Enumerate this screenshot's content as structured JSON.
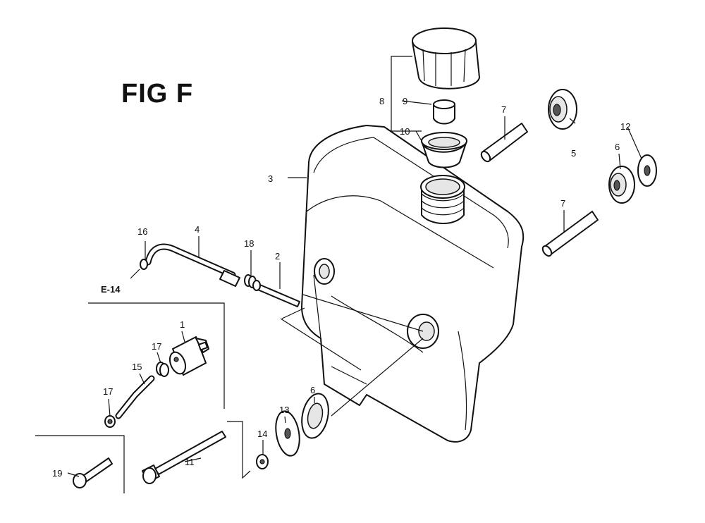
{
  "figure": {
    "title": "FIG F",
    "reference_label": "E-14"
  },
  "callouts": [
    {
      "id": "c1",
      "label": "1"
    },
    {
      "id": "c2",
      "label": "2"
    },
    {
      "id": "c3",
      "label": "3"
    },
    {
      "id": "c4",
      "label": "4"
    },
    {
      "id": "c5",
      "label": "5"
    },
    {
      "id": "c6a",
      "label": "6"
    },
    {
      "id": "c6b",
      "label": "6"
    },
    {
      "id": "c7a",
      "label": "7"
    },
    {
      "id": "c7b",
      "label": "7"
    },
    {
      "id": "c8",
      "label": "8"
    },
    {
      "id": "c9",
      "label": "9"
    },
    {
      "id": "c10",
      "label": "10"
    },
    {
      "id": "c11",
      "label": "11"
    },
    {
      "id": "c12",
      "label": "12"
    },
    {
      "id": "c13",
      "label": "13"
    },
    {
      "id": "c14",
      "label": "14"
    },
    {
      "id": "c15",
      "label": "15"
    },
    {
      "id": "c16",
      "label": "16"
    },
    {
      "id": "c17a",
      "label": "17"
    },
    {
      "id": "c17b",
      "label": "17"
    },
    {
      "id": "c18",
      "label": "18"
    },
    {
      "id": "c19",
      "label": "19"
    }
  ]
}
